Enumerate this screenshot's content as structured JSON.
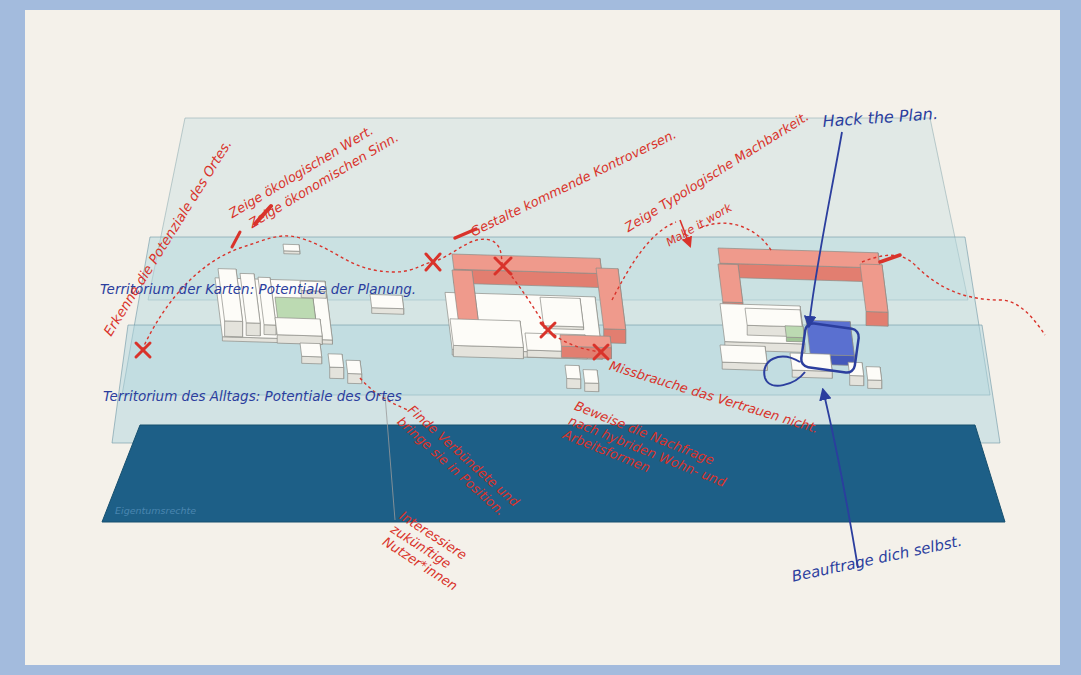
{
  "diagram": {
    "nodes": [
      {
        "text": [
          "Territorium der Karten: Potentiale der Planung."
        ]
      },
      {
        "text": [
          "Territorium des Alltags: Potentiale des Ortes"
        ]
      },
      {
        "text": [
          "Eigentumsrechte"
        ]
      }
    ],
    "labels": [
      "Erkenne die Potenziale des Ortes.",
      "Zeige ökologischen Wert.",
      "Zeige ökonomischen Sinn.",
      "Gestalte kommende Kontroversen.",
      "Zeige Typologische Machbarkeit.",
      "Make it work",
      "Hack the Plan.",
      "Missbrauche das Vertrauen nicht.",
      "Beweise die Nachfrage nach hybriden Wohn- und Arbeitsformen",
      "Finde Verbündete und bringe sie in Position.",
      "Interessiere zukünftige Nutzer*innen",
      "Beauftrage dich selbst."
    ]
  }
}
